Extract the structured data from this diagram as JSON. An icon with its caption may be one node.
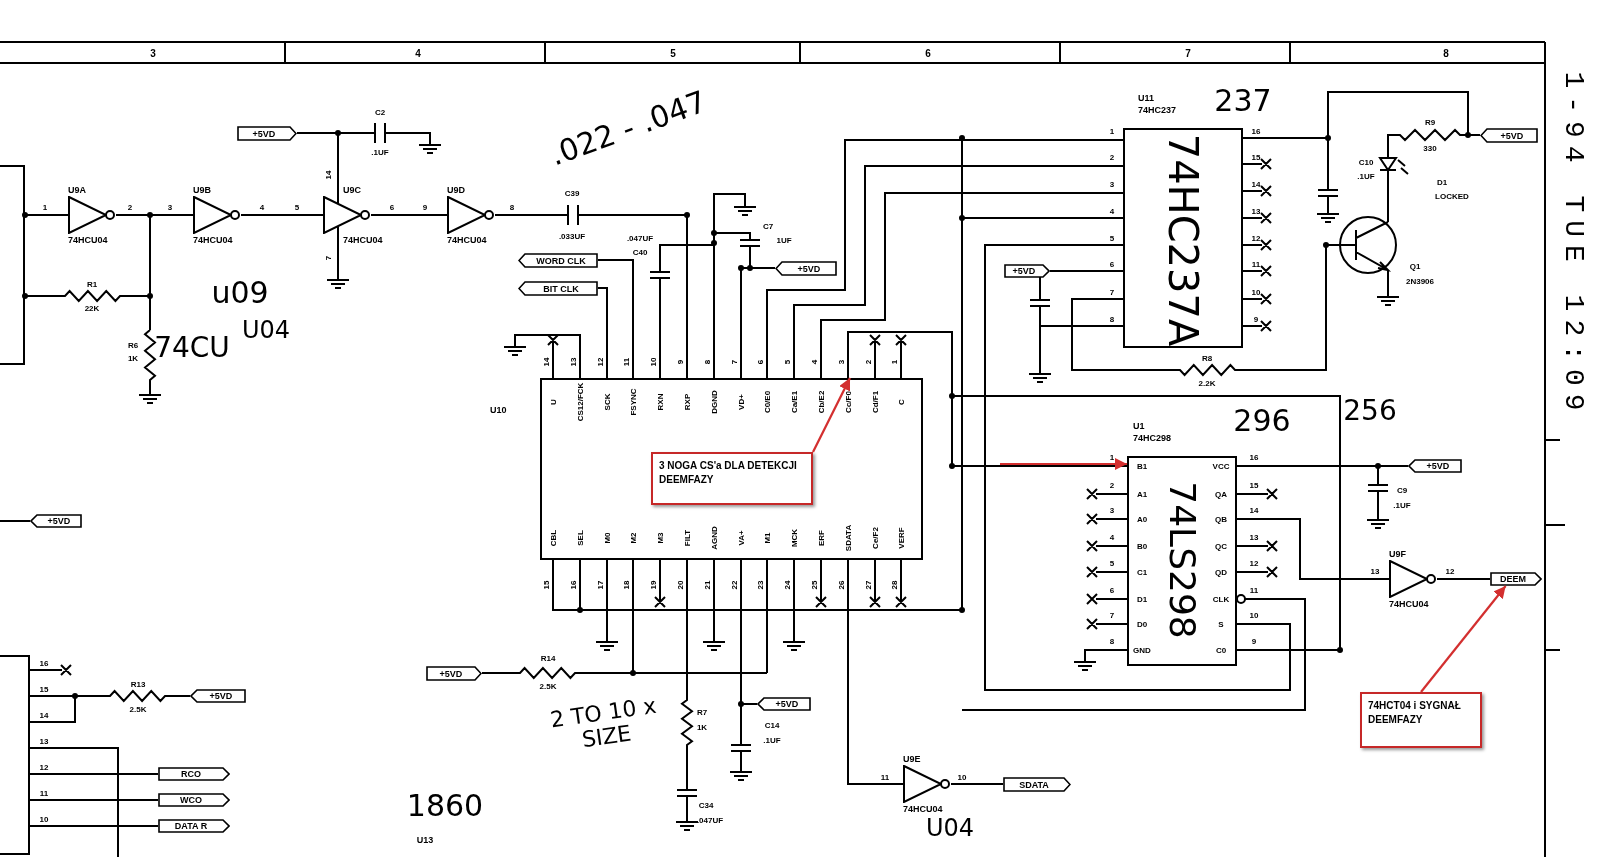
{
  "diagram": {
    "nodes": [
      {
        "text": [
          "U9A",
          "74HCU04"
        ]
      },
      {
        "text": [
          "U9B",
          "74HCU04"
        ]
      },
      {
        "text": [
          "U9C",
          "74HCU04"
        ]
      },
      {
        "text": [
          "U9D",
          "74HCU04"
        ]
      },
      {
        "text": [
          "+5VD"
        ]
      },
      {
        "text": [
          "WORD CLK"
        ]
      },
      {
        "text": [
          "BIT CLK"
        ]
      },
      {
        "text": [
          "U10"
        ]
      },
      {
        "text": [
          "U11",
          "74HC237"
        ]
      },
      {
        "text": [
          "+5VD"
        ]
      },
      {
        "text": [
          "+5VD"
        ]
      },
      {
        "text": [
          "+5VD"
        ]
      },
      {
        "text": [
          "U1",
          "74HC298"
        ]
      },
      {
        "text": [
          "+5VD"
        ]
      },
      {
        "text": [
          "U9F",
          "74HCU04"
        ]
      },
      {
        "text": [
          "DEEM"
        ]
      },
      {
        "text": [
          "3 NOGA CS'a DLA DETEKCJI DEEMFAZY"
        ],
        "in": 7
      },
      {
        "text": [
          "74HCT04 i SYGNAŁ DEEMFAZY"
        ]
      },
      {
        "text": [
          "+5VD"
        ]
      },
      {
        "text": [
          "+5VD"
        ]
      },
      {
        "text": [
          "+5VD"
        ]
      },
      {
        "text": [
          "U9E",
          "74HCU04"
        ]
      },
      {
        "text": [
          "SDATA"
        ]
      },
      {
        "text": [],
        "shape": "box"
      },
      {
        "text": [
          "+5VD"
        ]
      },
      {
        "text": [
          "RCO"
        ]
      },
      {
        "text": [
          "WCO"
        ]
      },
      {
        "text": [
          "DATA R"
        ]
      },
      {
        "text": [],
        "shape": "box"
      }
    ],
    "edges": [
      {
        "from": 16,
        "to": 7,
        "arrow": "to"
      },
      {
        "from": 17,
        "to": 15,
        "arrow": "to"
      },
      {
        "from": null,
        "to": 12,
        "arrow": "to"
      }
    ],
    "labels": [
      "3",
      "4",
      "5",
      "6",
      "7",
      "8",
      "1-94 TUE 12:09",
      "1",
      "2",
      "3",
      "4",
      "5",
      "6",
      "9",
      "8",
      "14",
      "7",
      "C2",
      ".1UF",
      "R1",
      "22K",
      "R6",
      "1K",
      "u09",
      "74CU",
      "U04",
      ".022 - .047",
      "C39",
      ".033UF",
      "C40",
      ".047UF",
      "C7",
      "1UF",
      "14",
      "U",
      "13",
      "CS12/FCK",
      "12",
      "SCK",
      "11",
      "FSYNC",
      "10",
      "RXN",
      "9",
      "RXP",
      "8",
      "DGND",
      "7",
      "VD+",
      "6",
      "C0/E0",
      "5",
      "Ca/E1",
      "4",
      "Cb/E2",
      "3",
      "Cc/F0",
      "2",
      "Cd/F1",
      "1",
      "C",
      "CBL",
      "15",
      "SEL",
      "16",
      "M0",
      "17",
      "M2",
      "18",
      "M3",
      "19",
      "FILT",
      "20",
      "AGND",
      "21",
      "VA+",
      "22",
      "M1",
      "23",
      "MCK",
      "24",
      "ERF",
      "25",
      "SDATA",
      "26",
      "Ce/F2",
      "27",
      "VERF",
      "28",
      "R14",
      "2.5K",
      "R7",
      "1K",
      "C34",
      ".047UF",
      "C14",
      ".1UF",
      "2 TO 10 x SIZE",
      "1860",
      "U04",
      "11",
      "10",
      "1",
      "2",
      "3",
      "4",
      "5",
      "6",
      "7",
      "8",
      "16",
      "15",
      "14",
      "13",
      "12",
      "11",
      "10",
      "9",
      "237",
      "74HC237A",
      "C10",
      ".1UF",
      "R9",
      "330",
      "D1",
      "LOCKED",
      "Q1",
      "2N3906",
      "R8",
      "2.2K",
      "1",
      "B1",
      "2",
      "A1",
      "3",
      "A0",
      "4",
      "B0",
      "5",
      "C1",
      "6",
      "D1",
      "7",
      "D0",
      "8",
      "GND",
      "VCC",
      "16",
      "QA",
      "15",
      "QB",
      "14",
      "QC",
      "13",
      "QD",
      "12",
      "CLK",
      "11",
      "S",
      "10",
      "C0",
      "9",
      "74LS298",
      "296",
      "256",
      "C9",
      ".1UF",
      "13",
      "12",
      "16",
      "15",
      "14",
      "13",
      "12",
      "11",
      "10",
      "R13",
      "2.5K",
      "U13"
    ]
  }
}
